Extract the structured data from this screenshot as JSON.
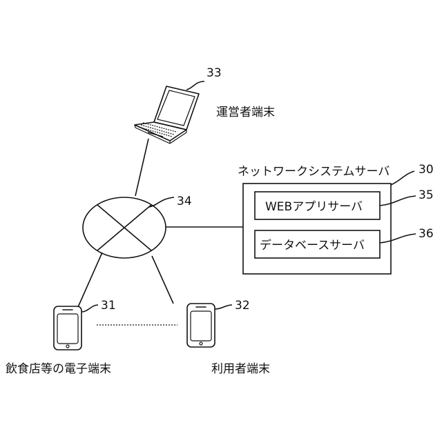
{
  "labels": {
    "operator_terminal": "運営者端末",
    "network_system_server": "ネットワークシステムサーバ",
    "web_app_server": "WEBアプリサーバ",
    "database_server": "データベースサーバ",
    "restaurant_terminal": "飲食店等の電子端末",
    "user_terminal": "利用者端末"
  },
  "refs": {
    "laptop": "33",
    "network": "34",
    "server": "30",
    "web_app": "35",
    "database": "36",
    "phone_restaurant": "31",
    "phone_user": "32"
  }
}
